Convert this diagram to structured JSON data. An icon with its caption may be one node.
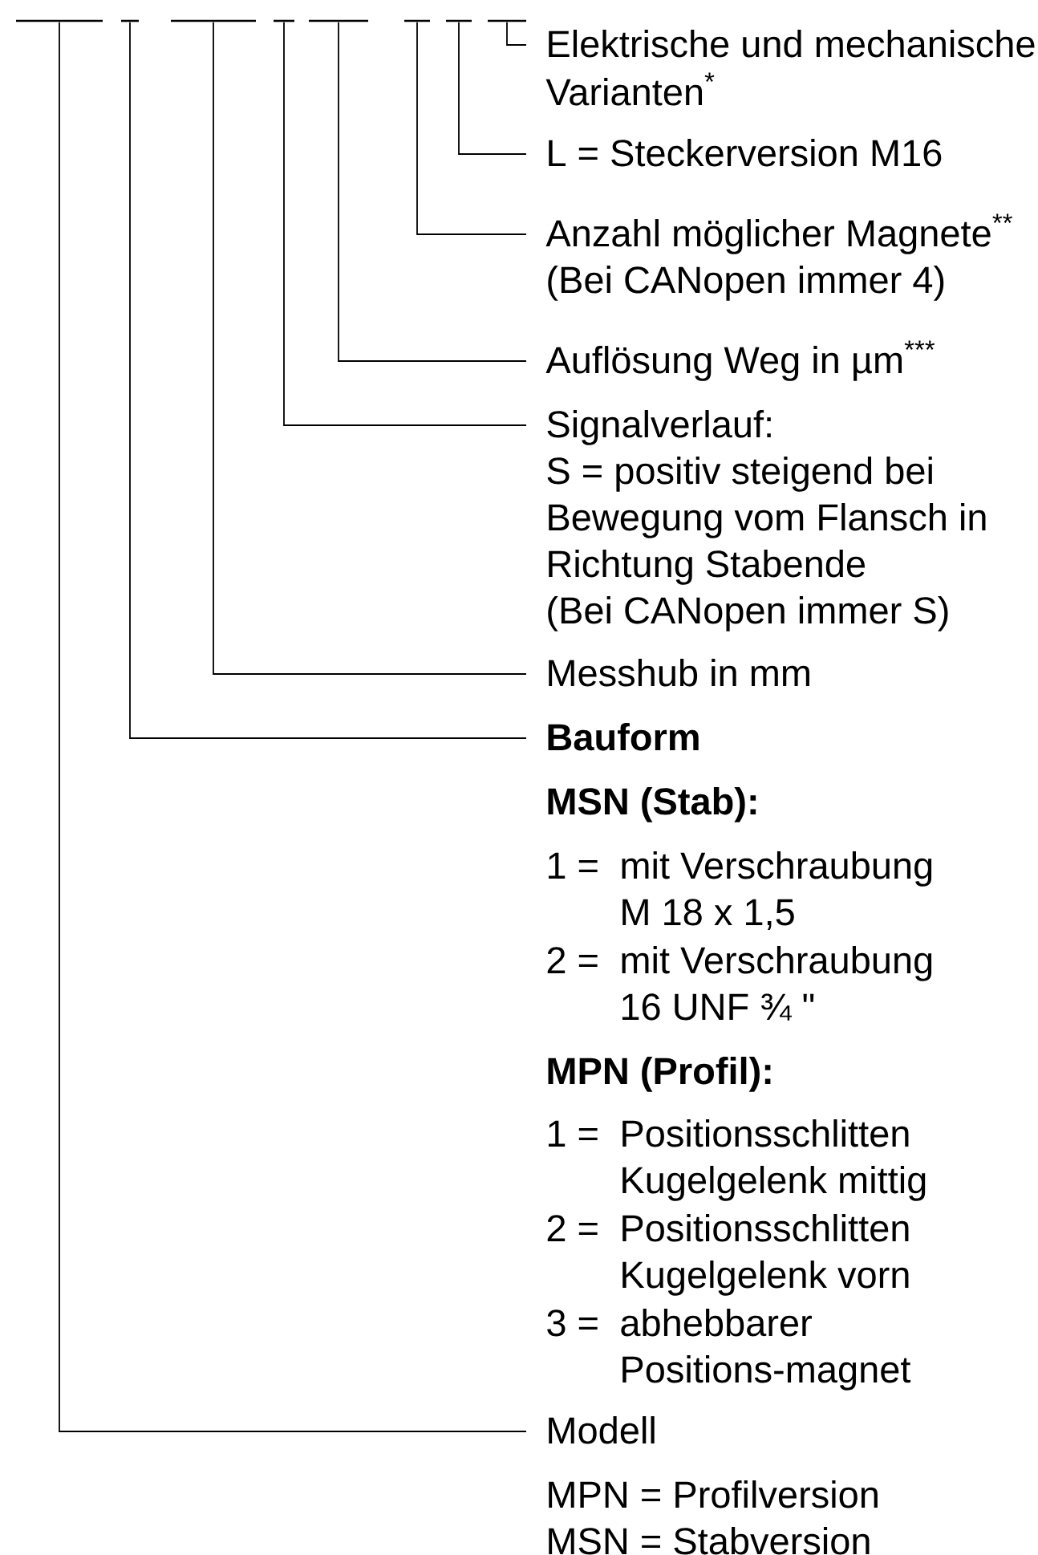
{
  "diagram": {
    "nodes": [
      {
        "text": [],
        "shape": "bar"
      },
      {
        "text": [],
        "shape": "bar"
      },
      {
        "text": [],
        "shape": "bar"
      },
      {
        "text": [],
        "shape": "bar"
      },
      {
        "text": [],
        "shape": "bar"
      },
      {
        "text": [],
        "shape": "bar"
      },
      {
        "text": [],
        "shape": "bar"
      },
      {
        "text": [],
        "shape": "bar"
      },
      {
        "text": [
          "Elektrische und mechanische Varianten$^{*}$"
        ]
      },
      {
        "text": [
          "L = Steckerversion M16"
        ]
      },
      {
        "text": [
          "Anzahl möglicher Magnete$^{**}$",
          "(Bei CANopen immer 4)"
        ]
      },
      {
        "text": [
          "Auflösung Weg in µm$^{***}$"
        ]
      },
      {
        "text": [
          "Signalverlauf:",
          "S = positiv steigend bei Bewegung vom Flansch in Richtung Stabende",
          "(Bei CANopen immer S)"
        ]
      },
      {
        "text": [
          "Messhub in mm"
        ]
      },
      {
        "text": [
          "Bauform",
          "MSN (Stab):",
          "1 =",
          "mit Verschraubung M 18 x 1,5",
          "2 =",
          "mit Verschraubung 16 UNF ¾ \"",
          "MPN (Profil):",
          "1 =",
          "Positionsschlitten Kugelgelenk mittig",
          "2 =",
          "Positionsschlitten Kugelgelenk vorn",
          "3 =",
          "abhebbarer Positions-magnet"
        ]
      },
      {
        "text": [
          "Modell",
          "MPN = Profilversion",
          "MSN = Stabversion"
        ]
      }
    ],
    "edges": [
      {
        "from": 7,
        "to": 8,
        "arrow": "none"
      },
      {
        "from": 6,
        "to": 9,
        "arrow": "none"
      },
      {
        "from": 5,
        "to": 10,
        "arrow": "none"
      },
      {
        "from": 4,
        "to": 11,
        "arrow": "none"
      },
      {
        "from": 3,
        "to": 12,
        "arrow": "none"
      },
      {
        "from": 2,
        "to": 13,
        "arrow": "none"
      },
      {
        "from": 1,
        "to": 14,
        "arrow": "none"
      },
      {
        "from": 0,
        "to": 15,
        "arrow": "none"
      }
    ]
  }
}
